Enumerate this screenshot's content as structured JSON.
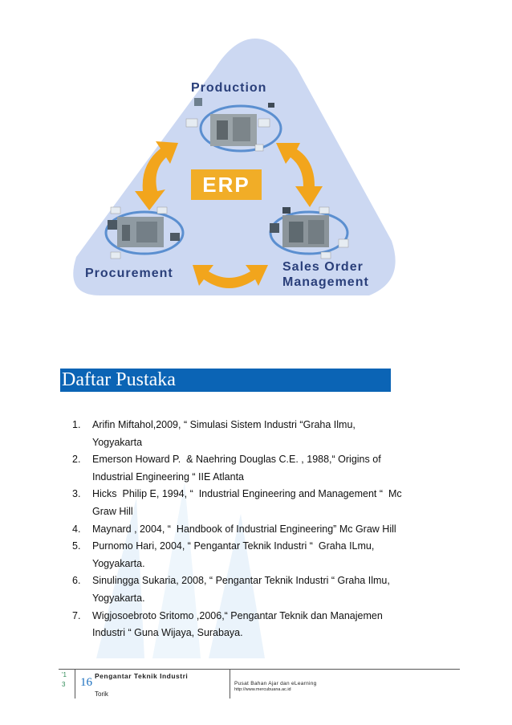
{
  "diagram": {
    "production_label": "Production",
    "procurement_label": "Procurement",
    "sales_label_line1": "Sales Order",
    "sales_label_line2": "Management",
    "center_label": "ERP",
    "colors": {
      "triangle": "#ccd8f2",
      "arrow": "#f2a51c",
      "center_box": "#f1ad27",
      "label": "#2a3f7a"
    }
  },
  "section": {
    "title": "Daftar Pustaka",
    "header_color": "#0b64b5"
  },
  "references": [
    {
      "num": "1.",
      "line1": "Arifin Miftahol,2009, “ Simulasi Sistem Industri “Graha Ilmu,",
      "line2": "Yogyakarta"
    },
    {
      "num": "2.",
      "line1": "Emerson Howard P.  & Naehring Douglas C.E. , 1988,“ Origins of",
      "line2": "Industrial Engineering “ IIE Atlanta"
    },
    {
      "num": "3.",
      "line1": "Hicks  Philip E, 1994, “  Industrial Engineering and Management “  Mc",
      "line2": "Graw Hill"
    },
    {
      "num": "4.",
      "line1": "Maynard , 2004, “  Handbook of Industrial Engineering” Mc Graw Hill",
      "line2": ""
    },
    {
      "num": "5.",
      "line1": "Purnomo Hari, 2004, “ Pengantar Teknik Industri “  Graha ILmu,",
      "line2": "Yogyakarta."
    },
    {
      "num": "6.",
      "line1": "Sinulingga Sukaria, 2008, “ Pengantar Teknik Industri “ Graha Ilmu,",
      "line2": "Yogyakarta."
    },
    {
      "num": "7.",
      "line1": "Wigjosoebroto Sritomo ,2006,“ Pengantar Teknik dan Manajemen",
      "line2": "Industri “ Guna Wijaya, Surabaya."
    }
  ],
  "footer": {
    "tiny_top": "'1",
    "tiny_bottom": "3",
    "page_number": "16",
    "course": "Pengantar Teknik Industri",
    "author": "Torik",
    "center_title": "Pusat Bahan Ajar dan eLearning",
    "url": "http://www.mercubuana.ac.id"
  }
}
